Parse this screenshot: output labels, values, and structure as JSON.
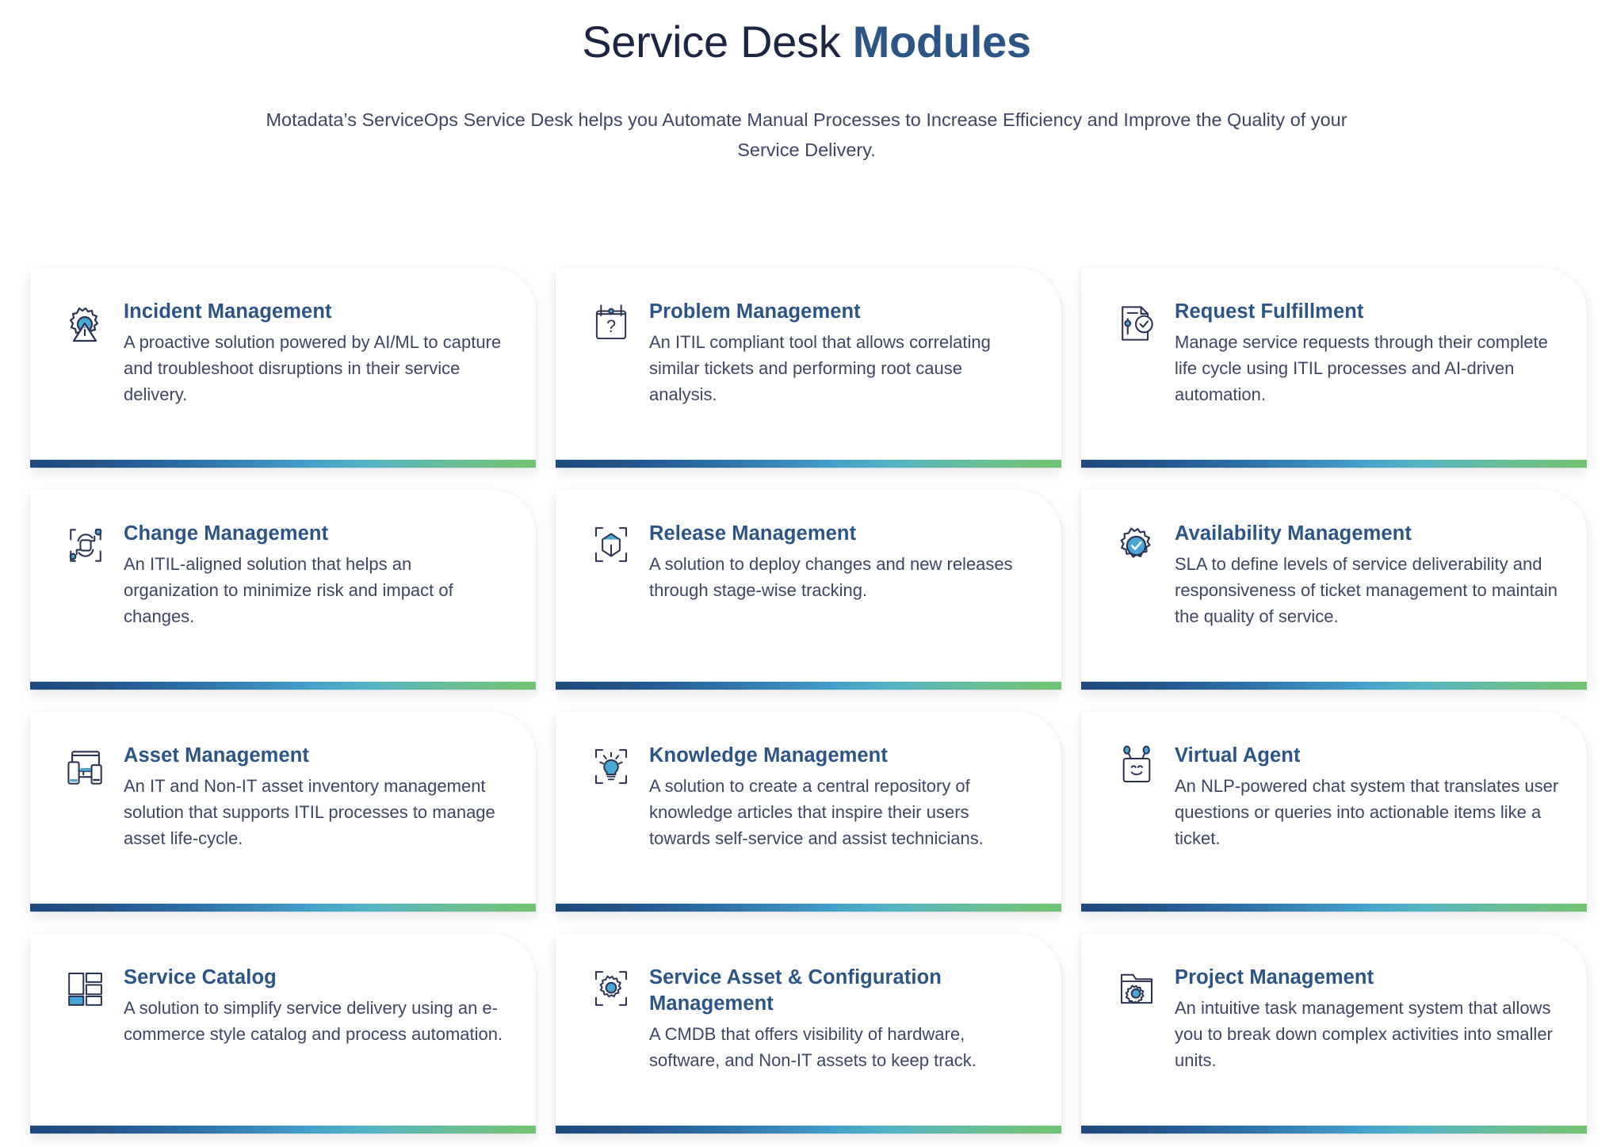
{
  "header": {
    "title_light": "Service Desk ",
    "title_strong": "Modules",
    "subtitle": "Motadata’s ServiceOps Service Desk helps you Automate Manual Processes to Increase Efficiency and Improve the Quality of your Service Delivery."
  },
  "colors": {
    "title_navy": "#1c2543",
    "accent_blue": "#2a5586",
    "body_text": "#3d4664",
    "icon_accent": "#4aa7d3",
    "bar_start": "#1e4a7b",
    "bar_mid": "#459fc9",
    "bar_end": "#74c272"
  },
  "cards": [
    {
      "icon": "gear-alert-icon",
      "title": "Incident Management",
      "desc": "A proactive solution powered by AI/ML to capture and troubleshoot disruptions in their service delivery."
    },
    {
      "icon": "board-question-icon",
      "title": "Problem Management",
      "desc": "An ITIL compliant tool that allows correlating similar tickets and performing root cause analysis."
    },
    {
      "icon": "document-check-icon",
      "title": "Request Fulfillment",
      "desc": "Manage service requests through their complete life cycle using ITIL processes and AI-driven automation."
    },
    {
      "icon": "refresh-cycle-icon",
      "title": "Change Management",
      "desc": "An ITIL-aligned solution that helps an organization to minimize risk and impact of changes."
    },
    {
      "icon": "cube-bracket-icon",
      "title": "Release Management",
      "desc": "A solution to deploy changes and new releases through stage-wise tracking."
    },
    {
      "icon": "gear-check-icon",
      "title": "Availability Management",
      "desc": "SLA to define levels of service deliverability and responsiveness of ticket management to maintain the quality of service."
    },
    {
      "icon": "devices-icon",
      "title": "Asset Management",
      "desc": "An IT and Non-IT asset inventory management solution that supports ITIL processes to manage asset life-cycle."
    },
    {
      "icon": "lightbulb-bracket-icon",
      "title": "Knowledge Management",
      "desc": "A solution to create a central repository of knowledge articles that inspire their users towards self-service and assist technicians."
    },
    {
      "icon": "robot-face-icon",
      "title": "Virtual Agent",
      "desc": "An NLP-powered chat system that translates user questions or queries into actionable items like a ticket."
    },
    {
      "icon": "layout-blocks-icon",
      "title": "Service Catalog",
      "desc": "A solution to simplify service delivery using an e-commerce style catalog and process automation."
    },
    {
      "icon": "gear-bracket-icon",
      "title": "Service Asset & Configuration Management",
      "desc": "A CMDB that offers visibility of hardware, software, and Non-IT assets to keep track."
    },
    {
      "icon": "folder-gear-icon",
      "title": "Project Management",
      "desc": "An intuitive task management system that allows you to break down complex activities into smaller units."
    }
  ]
}
